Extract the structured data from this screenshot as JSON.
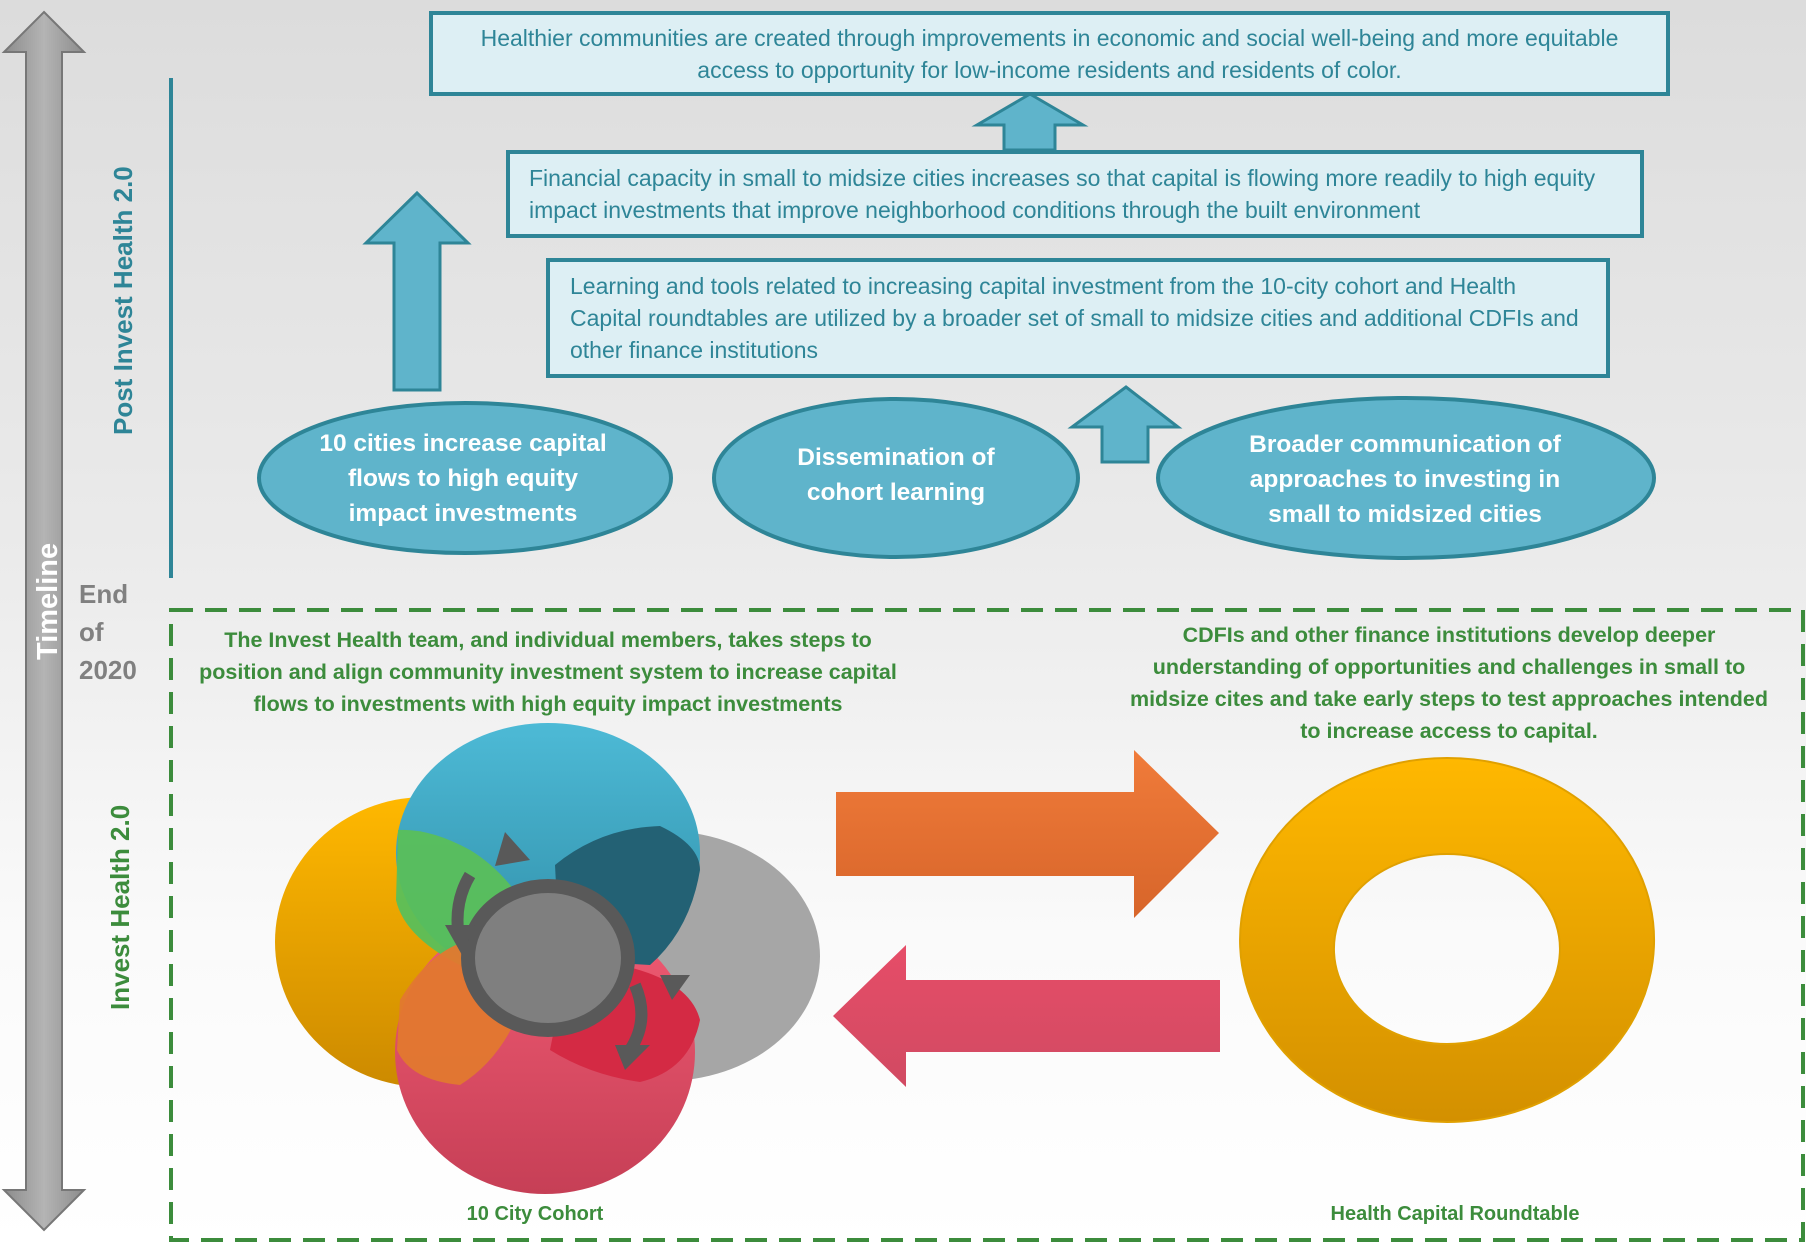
{
  "timeline": {
    "label": "Timeline",
    "post_phase": "Post Invest Health 2.0",
    "current_phase": "Invest Health 2.0",
    "end_marker": [
      "End",
      "of",
      "2020"
    ]
  },
  "outcomes": {
    "top": "Healthier communities are created through improvements in economic and social well-being and more equitable access to opportunity for low-income residents and residents of color.",
    "middle": "Financial capacity in small to midsize cities increases so that capital is flowing more readily to high equity impact investments that improve neighborhood conditions through the built environment",
    "lower": "Learning and tools related to increasing capital investment from the 10-city cohort and Health Capital roundtables are utilized by a broader set of small to midsize cities and additional CDFIs and other finance institutions"
  },
  "activities": [
    {
      "label": "10 cities increase capital flows to high equity impact investments"
    },
    {
      "label": "Dissemination of cohort learning"
    },
    {
      "label": "Broader communication of approaches to investing in small to midsized cities"
    }
  ],
  "invest_health": {
    "team_statement": "The Invest Health team, and individual members, takes steps to position and align community investment system to increase capital flows to investments with high equity impact investments",
    "cdfi_statement": "CDFIs and other finance institutions develop deeper understanding of opportunities and challenges in small to midsize cites and take early steps to test approaches intended to increase access to capital.",
    "cohort_caption": "10 City Cohort",
    "roundtable_caption": "Health Capital Roundtable"
  },
  "colors": {
    "teal": "#2e8597",
    "ellipse_fill": "#5fb4cb",
    "green": "#3c8c3c",
    "orange": "#ea7a3a",
    "pink": "#dd4f67",
    "gold": "#f3ab00",
    "gray_arrow": "#a6a6a6"
  }
}
